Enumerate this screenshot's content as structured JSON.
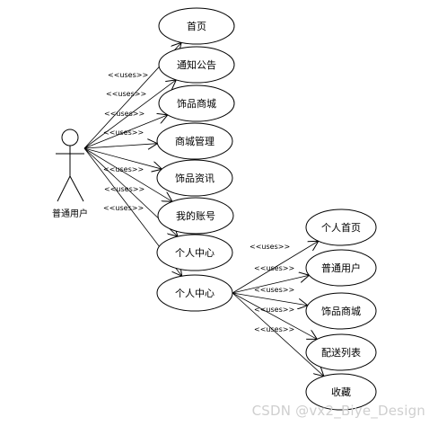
{
  "diagram": {
    "actor": {
      "name": "普通用户"
    },
    "relation_label": "<<uses>>",
    "use_cases": [
      {
        "id": "uc1",
        "label": "首页"
      },
      {
        "id": "uc2",
        "label": "通知公告"
      },
      {
        "id": "uc3",
        "label": "饰品商城"
      },
      {
        "id": "uc4",
        "label": "商城管理"
      },
      {
        "id": "uc5",
        "label": "饰品资讯"
      },
      {
        "id": "uc6",
        "label": "我的账号"
      },
      {
        "id": "uc7",
        "label": "个人中心"
      },
      {
        "id": "uc8",
        "label": "个人中心"
      }
    ],
    "sub_use_cases": [
      {
        "id": "sub1",
        "label": "个人首页"
      },
      {
        "id": "sub2",
        "label": "普通用户"
      },
      {
        "id": "sub3",
        "label": "饰品商城"
      },
      {
        "id": "sub4",
        "label": "配送列表"
      },
      {
        "id": "sub5",
        "label": "收藏"
      }
    ]
  },
  "watermark": "CSDN @vx2_Biye_Design"
}
